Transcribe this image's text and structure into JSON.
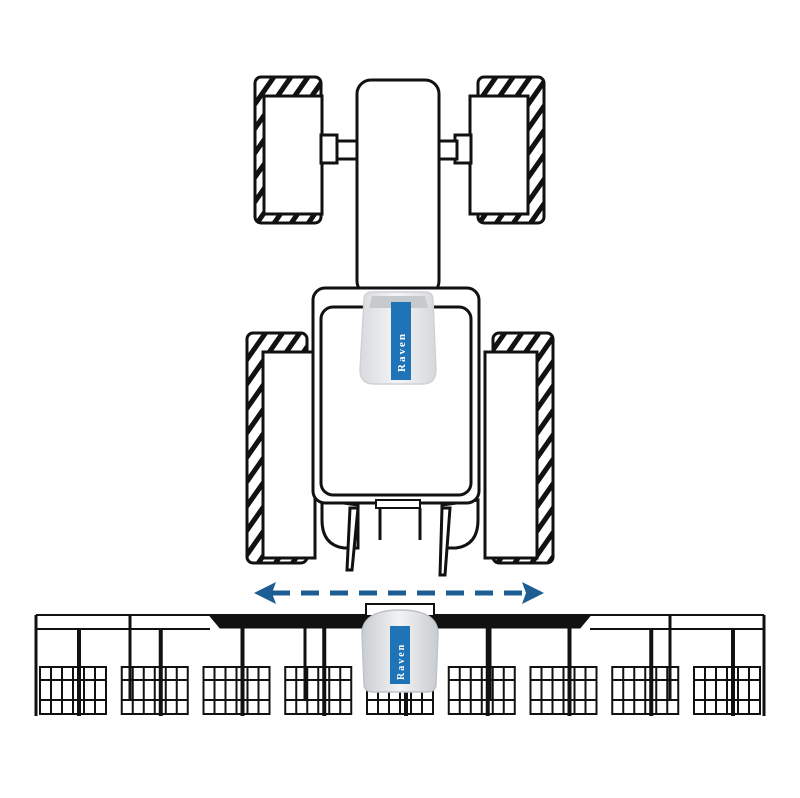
{
  "diagram": {
    "receivers": [
      {
        "id": "cab-receiver",
        "brand": "Raven"
      },
      {
        "id": "implement-receiver",
        "brand": "Raven"
      }
    ],
    "colors": {
      "line": "#111111",
      "brand_blue": "#1f74b8",
      "arrow_blue": "#1c5d94",
      "receiver_shell": "#e8eaec",
      "background": "#ffffff"
    },
    "arrow": {
      "style": "dashed",
      "direction": "both"
    },
    "implement": {
      "row_units": 9
    }
  }
}
